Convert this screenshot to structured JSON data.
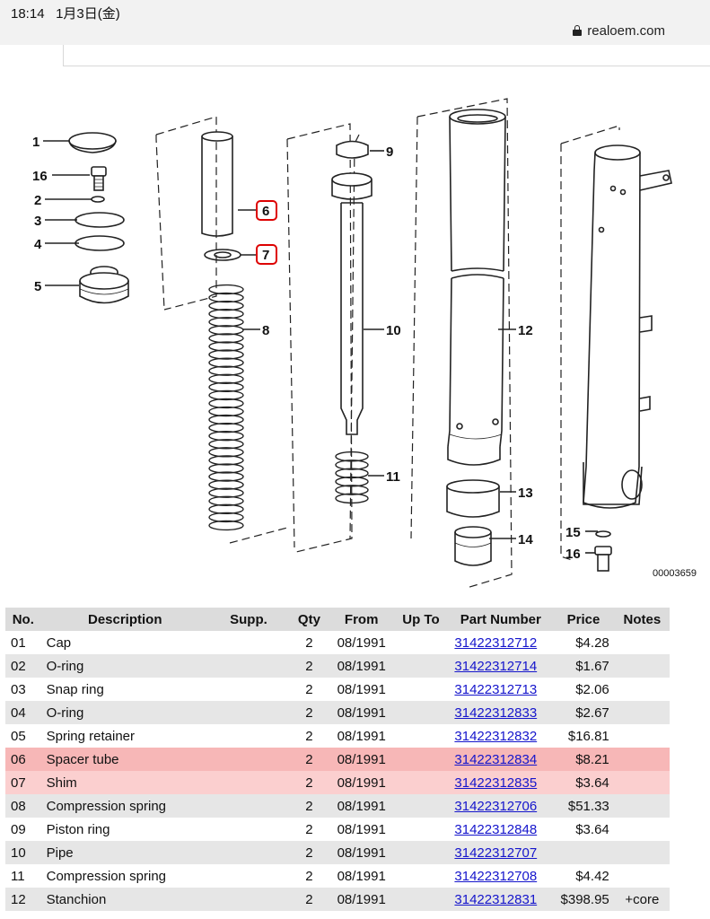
{
  "status": {
    "time": "18:14",
    "date": "1月3日(金)"
  },
  "browser": {
    "url": "realoem.com"
  },
  "diagram": {
    "image_id": "00003659",
    "callouts": [
      "1",
      "16",
      "2",
      "3",
      "4",
      "5",
      "6",
      "7",
      "8",
      "9",
      "10",
      "11",
      "12",
      "13",
      "14",
      "15",
      "16"
    ]
  },
  "table": {
    "headers": [
      "No.",
      "Description",
      "Supp.",
      "Qty",
      "From",
      "Up To",
      "Part Number",
      "Price",
      "Notes"
    ],
    "rows": [
      {
        "no": "01",
        "desc": "Cap",
        "supp": "",
        "qty": "2",
        "from": "08/1991",
        "upto": "",
        "part": "31422312712",
        "price": "$4.28",
        "notes": ""
      },
      {
        "no": "02",
        "desc": "O-ring",
        "supp": "",
        "qty": "2",
        "from": "08/1991",
        "upto": "",
        "part": "31422312714",
        "price": "$1.67",
        "notes": ""
      },
      {
        "no": "03",
        "desc": "Snap ring",
        "supp": "",
        "qty": "2",
        "from": "08/1991",
        "upto": "",
        "part": "31422312713",
        "price": "$2.06",
        "notes": ""
      },
      {
        "no": "04",
        "desc": "O-ring",
        "supp": "",
        "qty": "2",
        "from": "08/1991",
        "upto": "",
        "part": "31422312833",
        "price": "$2.67",
        "notes": ""
      },
      {
        "no": "05",
        "desc": "Spring retainer",
        "supp": "",
        "qty": "2",
        "from": "08/1991",
        "upto": "",
        "part": "31422312832",
        "price": "$16.81",
        "notes": ""
      },
      {
        "no": "06",
        "desc": "Spacer tube",
        "supp": "",
        "qty": "2",
        "from": "08/1991",
        "upto": "",
        "part": "31422312834",
        "price": "$8.21",
        "notes": ""
      },
      {
        "no": "07",
        "desc": "Shim",
        "supp": "",
        "qty": "2",
        "from": "08/1991",
        "upto": "",
        "part": "31422312835",
        "price": "$3.64",
        "notes": ""
      },
      {
        "no": "08",
        "desc": "Compression spring",
        "supp": "",
        "qty": "2",
        "from": "08/1991",
        "upto": "",
        "part": "31422312706",
        "price": "$51.33",
        "notes": ""
      },
      {
        "no": "09",
        "desc": "Piston ring",
        "supp": "",
        "qty": "2",
        "from": "08/1991",
        "upto": "",
        "part": "31422312848",
        "price": "$3.64",
        "notes": ""
      },
      {
        "no": "10",
        "desc": "Pipe",
        "supp": "",
        "qty": "2",
        "from": "08/1991",
        "upto": "",
        "part": "31422312707",
        "price": "",
        "notes": ""
      },
      {
        "no": "11",
        "desc": "Compression spring",
        "supp": "",
        "qty": "2",
        "from": "08/1991",
        "upto": "",
        "part": "31422312708",
        "price": "$4.42",
        "notes": ""
      },
      {
        "no": "12",
        "desc": "Stanchion",
        "supp": "",
        "qty": "2",
        "from": "08/1991",
        "upto": "",
        "part": "31422312831",
        "price": "$398.95",
        "notes": "+core"
      }
    ]
  }
}
